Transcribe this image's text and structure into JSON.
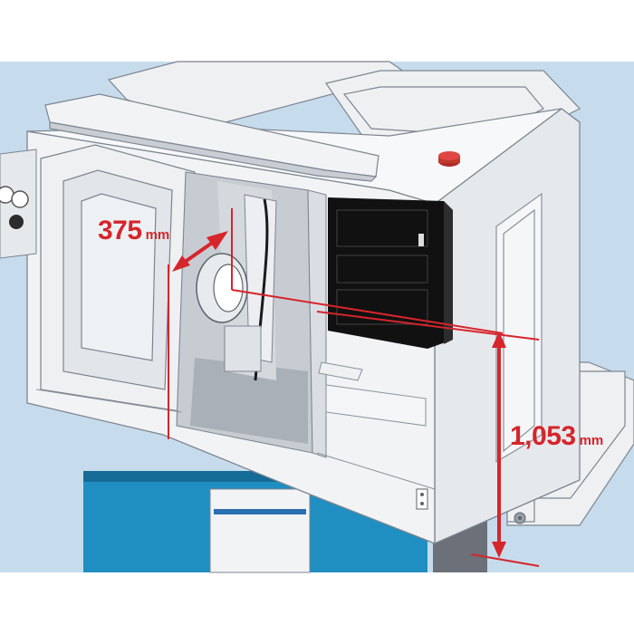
{
  "colors": {
    "background_band": "#c6dcec",
    "machine_body": "#f1f3f5",
    "machine_shadow": "#d4d8dd",
    "machine_edge": "#7d8590",
    "control_panel": "#111111",
    "base_blue": "#1f8fc2",
    "base_blue_dark": "#156c96",
    "dimension_red": "#d6252b"
  },
  "icons": [
    "lathe-chuck-icon",
    "coolant-nozzle-icon",
    "caster-wheel-icon",
    "power-switch-icon"
  ],
  "dimensions": [
    {
      "id": "dim-375",
      "value": "375",
      "unit": "mm"
    },
    {
      "id": "dim-1053",
      "value": "1,053",
      "unit": "mm"
    }
  ]
}
